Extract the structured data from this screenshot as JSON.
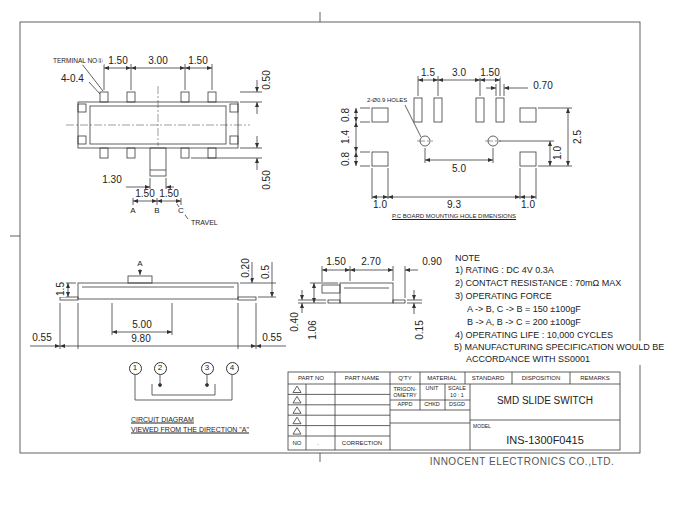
{
  "diagram": {
    "nodes": [
      {
        "text": [
          "1"
        ]
      },
      {
        "text": [
          "2"
        ]
      },
      {
        "text": [
          "3"
        ]
      },
      {
        "text": [
          "4"
        ]
      }
    ],
    "labels": [
      "TERMINAL NO①",
      "4-0.4",
      "1.50",
      "3.00",
      "1.50",
      "0.50",
      "0.50",
      "1.30",
      "1.50",
      "1.50",
      "A",
      "B",
      "C",
      "TRAVEL",
      "1.5",
      "3.0",
      "1.50",
      "0.70",
      "2-Ø0.9 HOLES",
      "0.8",
      "1.4",
      "0.8",
      "1.0",
      "2.5",
      "5.0",
      "1.0",
      "9.3",
      "1.0",
      "P.C BOARD MOUNTING HOLE DIMENSIONS",
      "A",
      "1.5",
      "0.20",
      "0.5",
      "5.00",
      "9.80",
      "0.55",
      "0.55",
      "1.50",
      "2.70",
      "0.90",
      "0.40",
      "1.06",
      "0.15",
      "NOTE",
      "1) RATING : DC 4V 0.3A",
      "2) CONTACT RESISTANCE : 70mΩ MAX",
      "3) OPERATING FORCE",
      "A -> B, C -> B = 150 ±100gF",
      "B -> A, B -> C = 200 ±100gF",
      "4) OPERATING LIFE : 10,000 CYCLES",
      "5) MANUFACTURING SPECIFICATION WOULD BE ACCORDANCE WITH SS0001",
      "CIRCUIT DIAGRAM",
      "VIEWED FROM THE DIRECTION \"A\"",
      "PART NO",
      "PART NAME",
      "Q'TY",
      "MATERIAL",
      "STANDARD",
      "DISPOSITION",
      "REMARKS",
      "TRIGON- OMETRY",
      "UNIT",
      "SCALE",
      "10 : 1",
      "APPD",
      "CHKD",
      "DSGD",
      "SMD SLIDE SWITCH",
      "MODEL",
      "INS-1300F0415",
      "NO",
      ".",
      "CORRECTION",
      "INNOCENT ELECTRONICS CO.,LTD."
    ]
  }
}
